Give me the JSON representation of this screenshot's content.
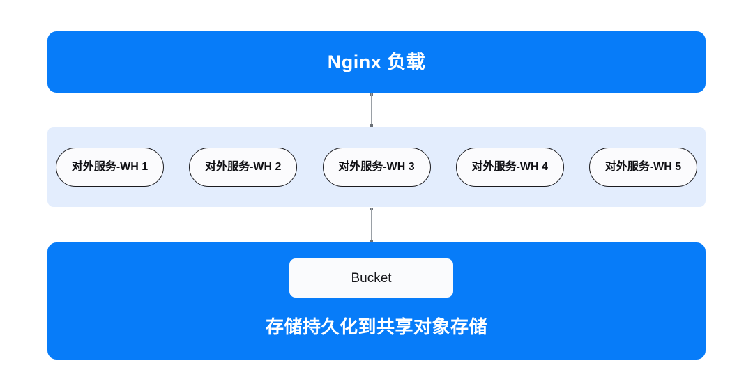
{
  "diagram": {
    "colors": {
      "banner_blue": "#077CF9",
      "services_band_blue": "#E3EDFD",
      "pill_fill": "#FBFBFD",
      "pill_border": "#1B1B1F",
      "bucket_fill": "#FAFBFD",
      "connector_gray": "#9AA0A6",
      "page_background": "#FFFFFF",
      "banner_text": "#FFFFFF"
    },
    "load_balancer": {
      "title": "Nginx 负载"
    },
    "services": {
      "items": [
        {
          "label": "对外服务-WH 1"
        },
        {
          "label": "对外服务-WH 2"
        },
        {
          "label": "对外服务-WH 3"
        },
        {
          "label": "对外服务-WH 4"
        },
        {
          "label": "对外服务-WH 5"
        }
      ]
    },
    "storage": {
      "bucket_label": "Bucket",
      "caption": "存储持久化到共享对象存储"
    },
    "connectors": [
      {
        "name": "nginx-to-services"
      },
      {
        "name": "services-to-storage"
      }
    ]
  }
}
